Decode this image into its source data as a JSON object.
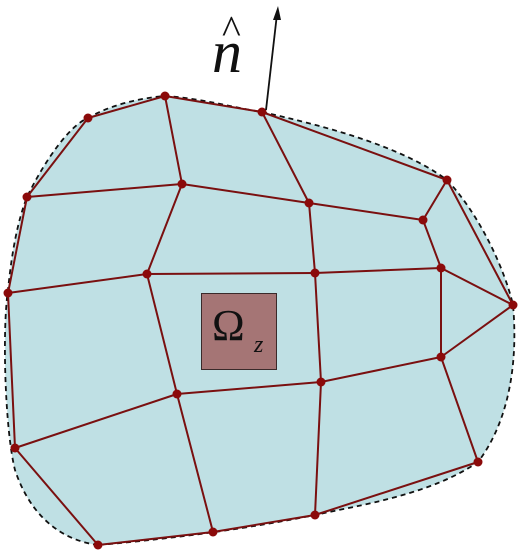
{
  "labels": {
    "normal_symbol": "n",
    "normal_hat": "^",
    "domain_symbol": "Ω",
    "domain_subscript": "z"
  },
  "colors": {
    "domain_fill": "#bfe0e4",
    "boundary_dash": "#111111",
    "mesh_edge": "#7a1010",
    "node": "#8b0a0a",
    "element_box": "#a57575"
  }
}
